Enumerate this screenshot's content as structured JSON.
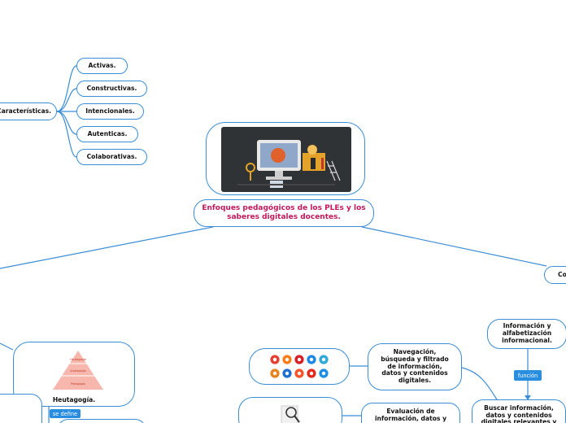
{
  "central": {
    "title": "Enfoques pedagógicos de los PLEs y los saberes digitales docentes."
  },
  "caracteristicas": {
    "label": "Características.",
    "items": [
      {
        "label": "Activas."
      },
      {
        "label": "Constructivas."
      },
      {
        "label": "Intencionales."
      },
      {
        "label": "Autenticas."
      },
      {
        "label": "Colaborativas."
      }
    ]
  },
  "right_partial": {
    "label": "Co"
  },
  "heutagogia": {
    "label": "Heutagogía.",
    "relation": "se define",
    "pyramid": [
      "Heutagogía",
      "Andragogía",
      "Pedagogía"
    ]
  },
  "informacion": {
    "label": "Información y alfabetización informacional.",
    "relation": "función"
  },
  "buscar": {
    "label": "Buscar información, datos y contenidos digitales relevantes y"
  },
  "navegacion": {
    "label": "Navegación, búsqueda y filtrado de información, datos y contenidos digitales."
  },
  "evaluacion": {
    "label": "Evaluación de información, datos y"
  },
  "browsers": {
    "icons": [
      "chrome-icon",
      "firefox-icon",
      "opera-icon",
      "safari-icon",
      "edge-icon",
      "mozilla-icon",
      "maxthon-icon",
      "brave-icon",
      "yandex-icon",
      "ie-icon"
    ],
    "colors": [
      "#e44134",
      "#ff7b1a",
      "#d81f26",
      "#1e88e5",
      "#2fa9d8",
      "#e8841b",
      "#1f6fd1",
      "#fb542b",
      "#e32a1e",
      "#1b8fe6"
    ]
  },
  "colors": {
    "line": "#3a8dd6",
    "accent": "#c2185b",
    "relation": "#2a8ee0"
  }
}
